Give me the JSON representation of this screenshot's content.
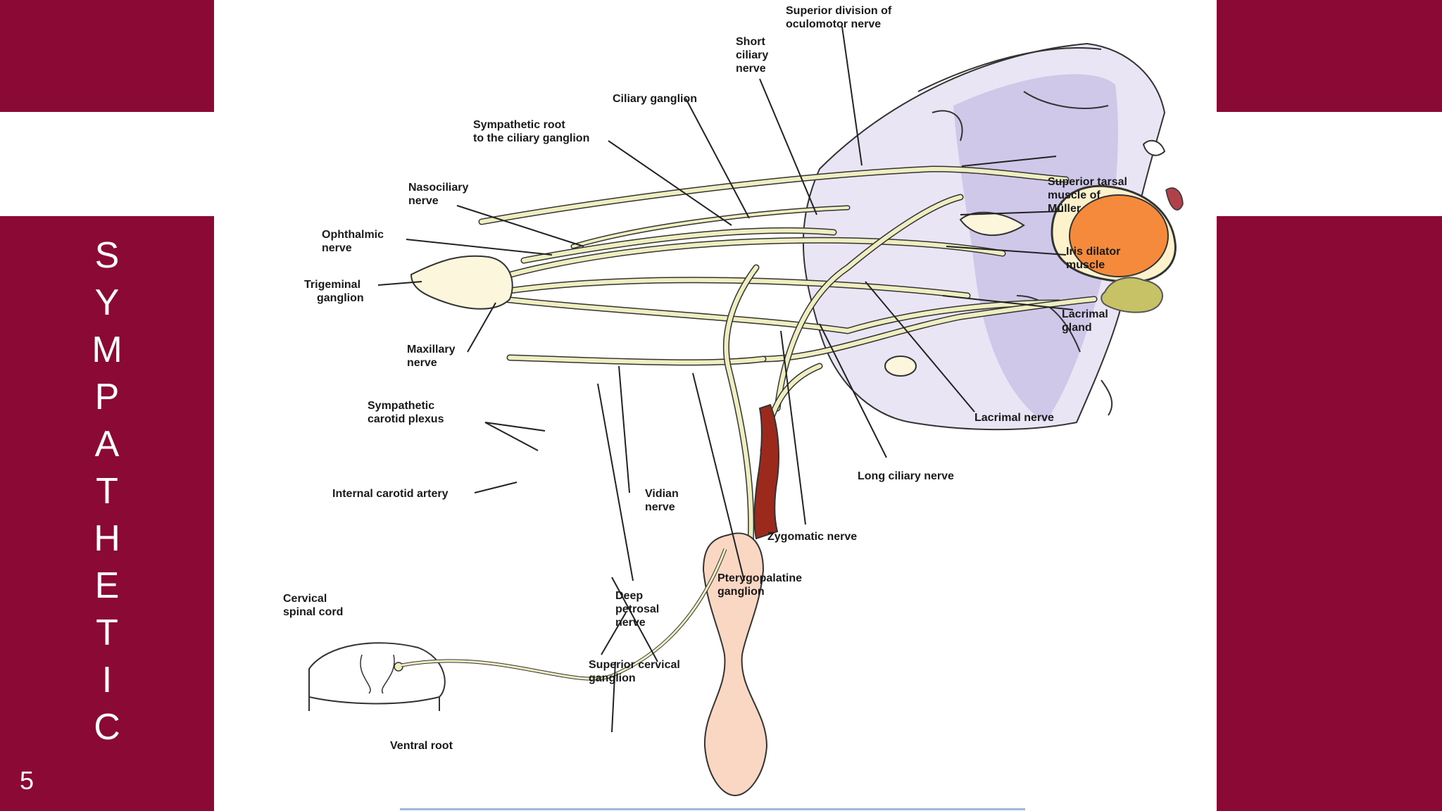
{
  "sidebar": {
    "title_letters": [
      "S",
      "Y",
      "M",
      "P",
      "A",
      "T",
      "H",
      "E",
      "T",
      "I",
      "C"
    ],
    "slide_number": "5"
  },
  "colors": {
    "band": "#8b0a35",
    "nerve": "#eeeec0",
    "globe": "#f58a3c",
    "ganglion": "#f9d7c2",
    "orbit_shade": "#b7aedc",
    "artery": "#9c2a1c",
    "lacrimal_gland": "#c7c266"
  },
  "labels": {
    "superior_division": [
      "Superior division of",
      "oculomotor nerve"
    ],
    "short_ciliary": [
      "Short",
      "ciliary",
      "nerve"
    ],
    "ciliary_ganglion": [
      "Ciliary ganglion"
    ],
    "sympathetic_root": [
      "Sympathetic root",
      "to the ciliary ganglion"
    ],
    "nasociliary": [
      "Nasociliary",
      "nerve"
    ],
    "ophthalmic": [
      "Ophthalmic",
      "nerve"
    ],
    "trigeminal": [
      "Trigeminal",
      "ganglion"
    ],
    "maxillary": [
      "Maxillary",
      "nerve"
    ],
    "sympathetic_carotid_plexus": [
      "Sympathetic",
      "carotid plexus"
    ],
    "internal_carotid": [
      "Internal carotid artery"
    ],
    "cervical_spinal_cord": [
      "Cervical",
      "spinal cord"
    ],
    "ventral_root": [
      "Ventral root"
    ],
    "vidian": [
      "Vidian",
      "nerve"
    ],
    "deep_petrosal": [
      "Deep",
      "petrosal",
      "nerve"
    ],
    "superior_cervical_ganglion": [
      "Superior cervical",
      "ganglion"
    ],
    "pterygopalatine": [
      "Pterygopalatine",
      "ganglion"
    ],
    "zygomatic": [
      "Zygomatic nerve"
    ],
    "long_ciliary": [
      "Long ciliary nerve"
    ],
    "lacrimal_nerve": [
      "Lacrimal nerve"
    ],
    "lacrimal_gland": [
      "Lacrimal",
      "gland"
    ],
    "iris_dilator": [
      "Iris dilator",
      "muscle"
    ],
    "superior_tarsal": [
      "Superior tarsal",
      "muscle of",
      "Müller"
    ]
  }
}
